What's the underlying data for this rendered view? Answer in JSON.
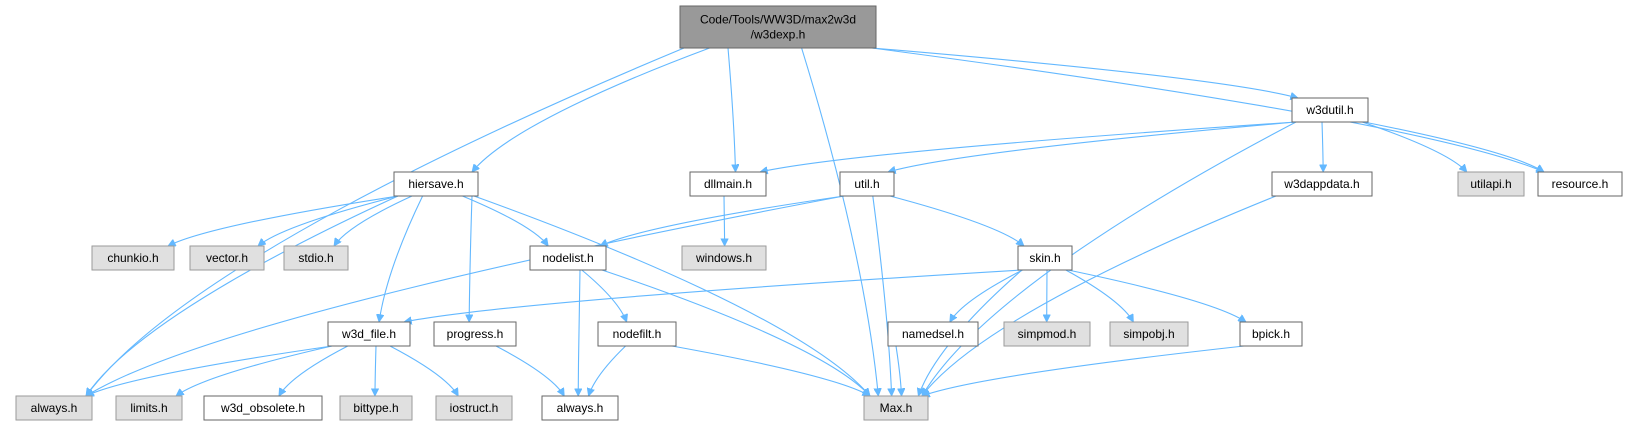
{
  "graph": {
    "edge_color": "#63b8ff",
    "colors": {
      "root_fill": "#999999",
      "external_fill": "#e0e0e0",
      "documented_fill": "#ffffff",
      "border": "#666666"
    },
    "nodes": [
      {
        "id": "w3dexp",
        "lines": [
          "Code/Tools/WW3D/max2w3d",
          "/w3dexp.h"
        ],
        "kind": "root"
      },
      {
        "id": "hiersave",
        "lines": [
          "hiersave.h"
        ],
        "kind": "documented"
      },
      {
        "id": "dllmain",
        "lines": [
          "dllmain.h"
        ],
        "kind": "documented"
      },
      {
        "id": "util",
        "lines": [
          "util.h"
        ],
        "kind": "documented"
      },
      {
        "id": "w3dutil",
        "lines": [
          "w3dutil.h"
        ],
        "kind": "documented"
      },
      {
        "id": "w3dappdata",
        "lines": [
          "w3dappdata.h"
        ],
        "kind": "documented"
      },
      {
        "id": "utilapi",
        "lines": [
          "utilapi.h"
        ],
        "kind": "external"
      },
      {
        "id": "resource",
        "lines": [
          "resource.h"
        ],
        "kind": "documented"
      },
      {
        "id": "chunkio",
        "lines": [
          "chunkio.h"
        ],
        "kind": "external"
      },
      {
        "id": "vector",
        "lines": [
          "vector.h"
        ],
        "kind": "external"
      },
      {
        "id": "stdio",
        "lines": [
          "stdio.h"
        ],
        "kind": "external"
      },
      {
        "id": "nodelist",
        "lines": [
          "nodelist.h"
        ],
        "kind": "documented"
      },
      {
        "id": "windows",
        "lines": [
          "windows.h"
        ],
        "kind": "external"
      },
      {
        "id": "skin",
        "lines": [
          "skin.h"
        ],
        "kind": "documented"
      },
      {
        "id": "w3d_file",
        "lines": [
          "w3d_file.h"
        ],
        "kind": "documented"
      },
      {
        "id": "progress",
        "lines": [
          "progress.h"
        ],
        "kind": "documented"
      },
      {
        "id": "nodefilt",
        "lines": [
          "nodefilt.h"
        ],
        "kind": "documented"
      },
      {
        "id": "namedsel",
        "lines": [
          "namedsel.h"
        ],
        "kind": "documented"
      },
      {
        "id": "simpmod",
        "lines": [
          "simpmod.h"
        ],
        "kind": "external"
      },
      {
        "id": "simpobj",
        "lines": [
          "simpobj.h"
        ],
        "kind": "external"
      },
      {
        "id": "bpick",
        "lines": [
          "bpick.h"
        ],
        "kind": "documented"
      },
      {
        "id": "always_ext",
        "lines": [
          "always.h"
        ],
        "kind": "external"
      },
      {
        "id": "limits",
        "lines": [
          "limits.h"
        ],
        "kind": "external"
      },
      {
        "id": "w3d_obsolete",
        "lines": [
          "w3d_obsolete.h"
        ],
        "kind": "documented"
      },
      {
        "id": "bittype",
        "lines": [
          "bittype.h"
        ],
        "kind": "external"
      },
      {
        "id": "iostruct",
        "lines": [
          "iostruct.h"
        ],
        "kind": "external"
      },
      {
        "id": "always_doc",
        "lines": [
          "always.h"
        ],
        "kind": "documented"
      },
      {
        "id": "max",
        "lines": [
          "Max.h"
        ],
        "kind": "external"
      }
    ],
    "edges": [
      [
        "w3dexp",
        "always_ext"
      ],
      [
        "w3dexp",
        "hiersave"
      ],
      [
        "w3dexp",
        "dllmain"
      ],
      [
        "w3dexp",
        "max"
      ],
      [
        "w3dexp",
        "w3dutil"
      ],
      [
        "w3dexp",
        "resource"
      ],
      [
        "hiersave",
        "always_ext"
      ],
      [
        "hiersave",
        "chunkio"
      ],
      [
        "hiersave",
        "vector"
      ],
      [
        "hiersave",
        "stdio"
      ],
      [
        "hiersave",
        "w3d_file"
      ],
      [
        "hiersave",
        "progress"
      ],
      [
        "hiersave",
        "nodelist"
      ],
      [
        "hiersave",
        "max"
      ],
      [
        "w3dutil",
        "dllmain"
      ],
      [
        "w3dutil",
        "util"
      ],
      [
        "w3dutil",
        "w3dappdata"
      ],
      [
        "w3dutil",
        "utilapi"
      ],
      [
        "w3dutil",
        "resource"
      ],
      [
        "w3dutil",
        "max"
      ],
      [
        "dllmain",
        "windows"
      ],
      [
        "util",
        "always_ext"
      ],
      [
        "util",
        "nodelist"
      ],
      [
        "util",
        "max"
      ],
      [
        "util",
        "skin"
      ],
      [
        "nodelist",
        "always_doc"
      ],
      [
        "nodelist",
        "nodefilt"
      ],
      [
        "nodelist",
        "max"
      ],
      [
        "skin",
        "w3d_file"
      ],
      [
        "skin",
        "namedsel"
      ],
      [
        "skin",
        "simpmod"
      ],
      [
        "skin",
        "simpobj"
      ],
      [
        "skin",
        "bpick"
      ],
      [
        "skin",
        "max"
      ],
      [
        "w3d_file",
        "always_ext"
      ],
      [
        "w3d_file",
        "limits"
      ],
      [
        "w3d_file",
        "w3d_obsolete"
      ],
      [
        "w3d_file",
        "bittype"
      ],
      [
        "w3d_file",
        "iostruct"
      ],
      [
        "progress",
        "always_doc"
      ],
      [
        "nodefilt",
        "always_doc"
      ],
      [
        "nodefilt",
        "max"
      ],
      [
        "namedsel",
        "max"
      ],
      [
        "bpick",
        "max"
      ],
      [
        "w3dappdata",
        "max"
      ]
    ]
  }
}
